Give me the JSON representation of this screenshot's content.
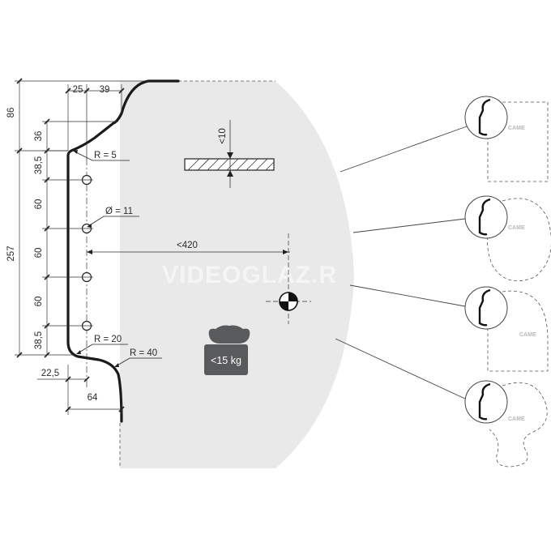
{
  "colors": {
    "background": "#ffffff",
    "leaf_area": "#e9e9ea",
    "profile": "#1a1a1a",
    "weight_badge": "#595a5c",
    "lines": "#333333"
  },
  "watermark": "VIDEOGLAZ.R",
  "dimensions": {
    "d86": "86",
    "d36": "36",
    "d38_5_top": "38,5",
    "d60_a": "60",
    "d60_b": "60",
    "d60_c": "60",
    "d38_5_bottom": "38,5",
    "d257": "257",
    "d25": "25",
    "d39": "39",
    "d22_5": "22,5",
    "d64": "64",
    "r5": "R = 5",
    "hole": "Ø = 11",
    "r20": "R = 20",
    "r40": "R = 40",
    "reach": "<420",
    "thickness": "<10"
  },
  "weight": {
    "label": "<15 kg",
    "icon": "weight-icon"
  },
  "centre_of_gravity": {
    "icon": "centre-of-gravity-icon"
  },
  "variants": [
    {
      "logo": "CAME",
      "shape": "rectangle"
    },
    {
      "logo": "CAME",
      "shape": "rounded"
    },
    {
      "logo": "CAME",
      "shape": "arched"
    },
    {
      "logo": "CAME",
      "shape": "curved"
    }
  ]
}
